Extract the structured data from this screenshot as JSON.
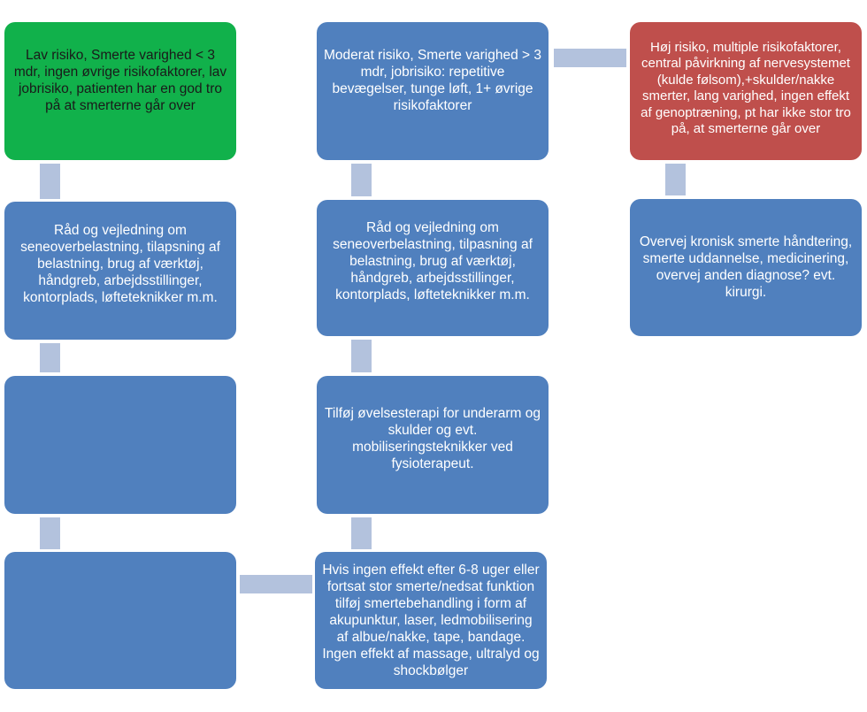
{
  "colors": {
    "blue": "#5080be",
    "green": "#11b14b",
    "red": "#bf4f4c",
    "connector": "#b3c2dd"
  },
  "boxes": {
    "low_risk": "Lav risiko, Smerte varighed < 3 mdr, ingen øvrige risikofaktorer, lav jobrisiko, patienten har en god tro på at smerterne går over",
    "moderate_risk": "Moderat  risiko, Smerte varighed > 3 mdr, jobrisiko: repetitive bevægelser, tunge løft, 1+ øvrige risikofaktorer",
    "high_risk": "Høj risiko, multiple risikofaktorer, central påvirkning af nervesystemet (kulde følsom),+skulder/nakke smerter, lang varighed, ingen effekt af genoptræning, pt  har ikke stor tro på, at smerterne går over",
    "advice_left": "Råd og vejledning om seneoverbelastning, tilapsning af belastning, brug af værktøj, håndgreb, arbejdsstillinger, kontorplads, løfteteknikker m.m.",
    "advice_middle": "Råd og vejledning om seneoverbelastning, tilpasning af belastning, brug af værktøj, håndgreb, arbejdsstillinger, kontorplads, løfteteknikker m.m.",
    "chronic": "Overvej kronisk smerte håndtering, smerte uddannelse, medicinering, overvej anden diagnose? evt. kirurgi.",
    "exercise": "Tilføj øvelsesterapi for underarm og skulder og evt. mobiliseringsteknikker ved fysioterapeut.",
    "no_effect": "Hvis ingen effekt efter 6-8 uger eller fortsat stor smerte/nedsat funktion tilføj smertebehandling i form af akupunktur, laser, ledmobilisering af albue/nakke, tape, bandage. Ingen effekt af massage, ultralyd og shockbølger",
    "empty_left_1": "",
    "empty_left_2": ""
  }
}
